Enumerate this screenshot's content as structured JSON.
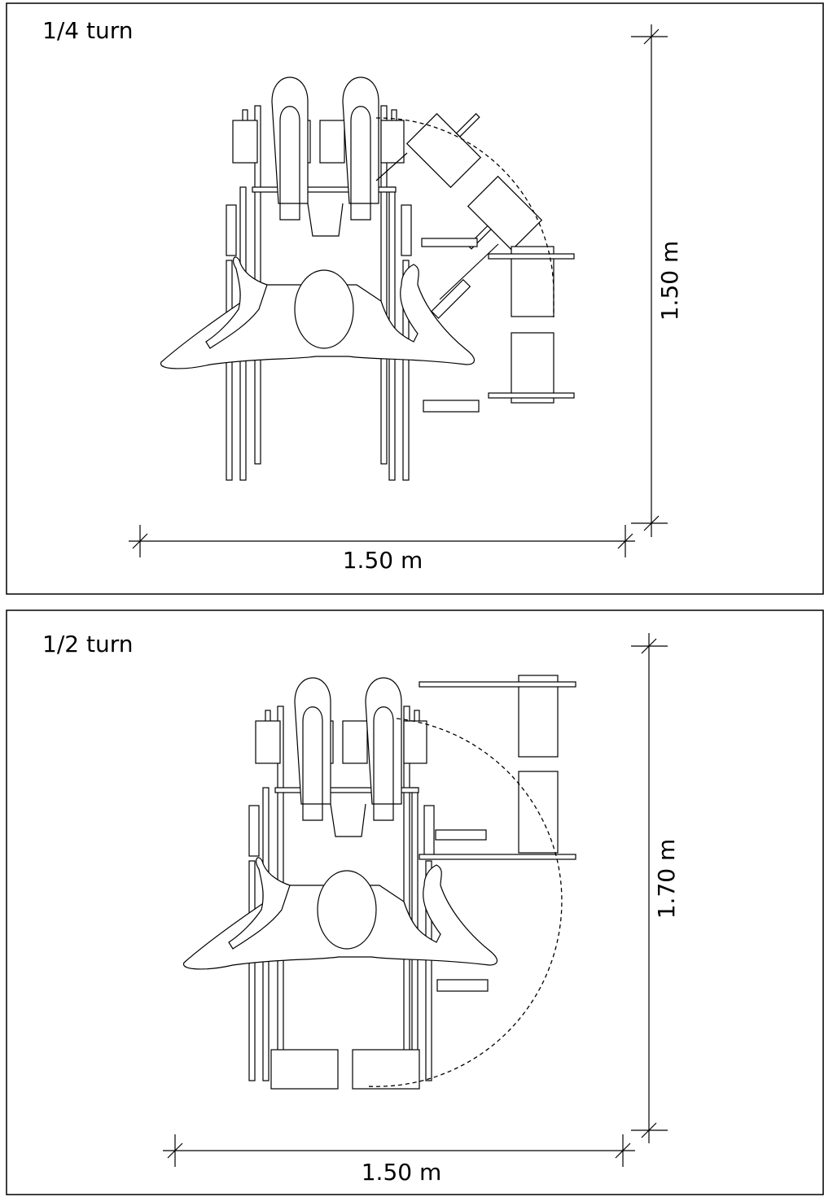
{
  "panels": [
    {
      "title": "1/4 turn",
      "width_label": "1.50 m",
      "height_label": "1.50 m"
    },
    {
      "title": "1/2 turn",
      "width_label": "1.50 m",
      "height_label": "1.70 m"
    }
  ],
  "colors": {
    "line": "#000000",
    "background": "#ffffff"
  }
}
